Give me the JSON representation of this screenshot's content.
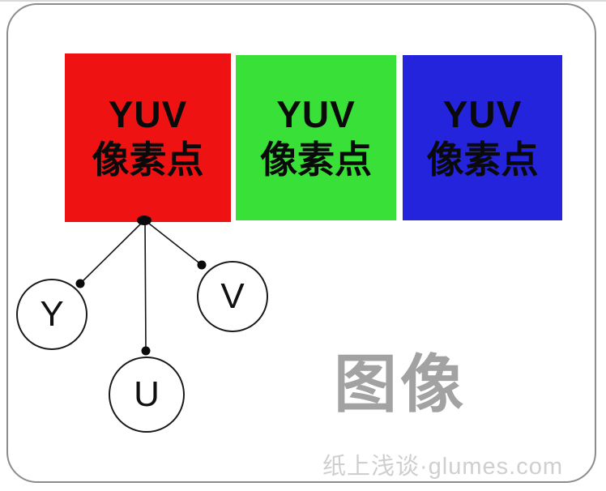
{
  "frame": {
    "border_color": "#8c8c8c"
  },
  "boxes": [
    {
      "id": "red",
      "line1": "YUV",
      "line2": "像素点",
      "color": "#ee1212"
    },
    {
      "id": "green",
      "line1": "YUV",
      "line2": "像素点",
      "color": "#38e038"
    },
    {
      "id": "blue",
      "line1": "YUV",
      "line2": "像素点",
      "color": "#2424dd"
    }
  ],
  "nodes": [
    {
      "label": "Y"
    },
    {
      "label": "U"
    },
    {
      "label": "V"
    }
  ],
  "connector_color": "#151515",
  "caption": "图像",
  "watermark": "纸上浅谈·glumes.com"
}
